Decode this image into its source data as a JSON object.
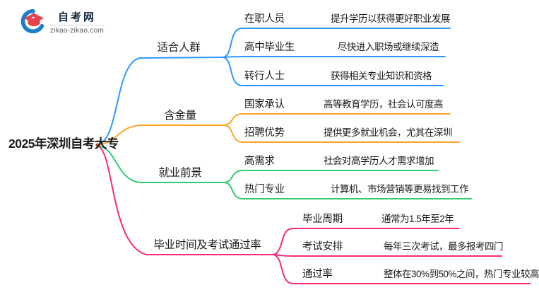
{
  "logo": {
    "title": "自考网",
    "domain": "zikao-zikao.com"
  },
  "root": {
    "label": "2025年深圳自考大专"
  },
  "colors": {
    "branch_blue": "#2e97ff",
    "branch_orange": "#f9a52b",
    "branch_green": "#2fcb71",
    "branch_pink": "#fa2a7c",
    "logo_red": "#e8414d",
    "logo_blue": "#1d7fc7",
    "text": "#1b1b1b"
  },
  "branches": [
    {
      "label": "适合人群",
      "color": "#2e97ff",
      "children": [
        {
          "keyword": "在职人员",
          "detail": "提升学历以获得更好职业发展"
        },
        {
          "keyword": "高中毕业生",
          "detail": "尽快进入职场或继续深造"
        },
        {
          "keyword": "转行人士",
          "detail": "获得相关专业知识和资格"
        }
      ]
    },
    {
      "label": "含金量",
      "color": "#f9a52b",
      "children": [
        {
          "keyword": "国家承认",
          "detail": "高等教育学历，社会认可度高"
        },
        {
          "keyword": "招聘优势",
          "detail": "提供更多就业机会，尤其在深圳"
        }
      ]
    },
    {
      "label": "就业前景",
      "color": "#2fcb71",
      "children": [
        {
          "keyword": "高需求",
          "detail": "社会对高学历人才需求增加"
        },
        {
          "keyword": "热门专业",
          "detail": "计算机、市场营销等更易找到工作"
        }
      ]
    },
    {
      "label": "毕业时间及考试通过率",
      "color": "#fa2a7c",
      "children": [
        {
          "keyword": "毕业周期",
          "detail": "通常为1.5年至2年"
        },
        {
          "keyword": "考试安排",
          "detail": "每年三次考试，最多报考四门"
        },
        {
          "keyword": "通过率",
          "detail": "整体在30%到50%之间，热门专业较高"
        }
      ]
    }
  ]
}
